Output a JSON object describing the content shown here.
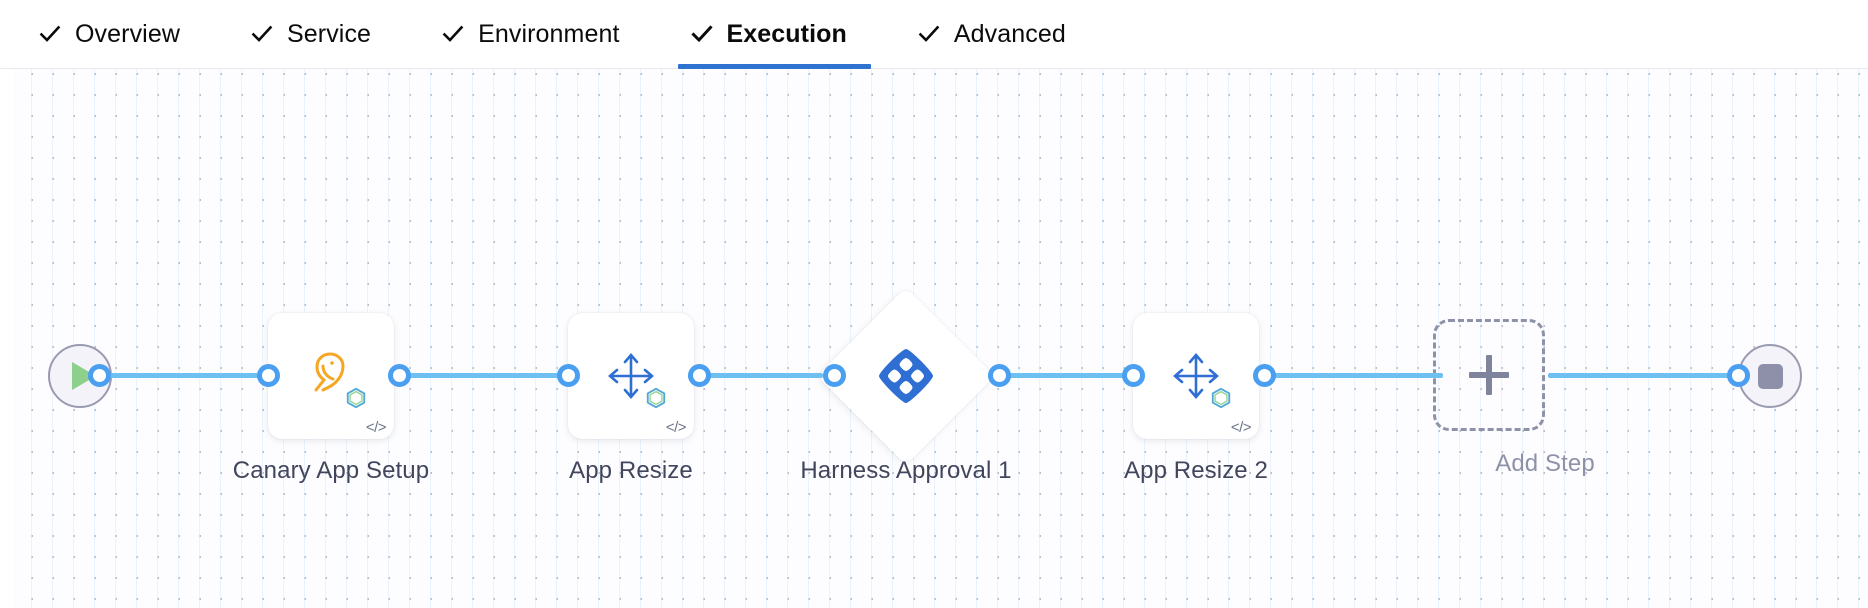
{
  "tabs": {
    "items": [
      {
        "label": "Overview",
        "icon": "check-icon",
        "active": false
      },
      {
        "label": "Service",
        "icon": "check-icon",
        "active": false
      },
      {
        "label": "Environment",
        "icon": "check-icon",
        "active": false
      },
      {
        "label": "Execution",
        "icon": "check-icon",
        "active": true
      },
      {
        "label": "Advanced",
        "icon": "check-icon",
        "active": false
      }
    ],
    "active_index": 3,
    "active_underline_color": "#2e73d0"
  },
  "canvas": {
    "background_color": "#fdfdff",
    "grid_dot_color": "#b9c0cc",
    "grid_line_color": "#dbeaf8",
    "connector_color": "#6ec0f0",
    "connector_dot_color": "#4a9ff0"
  },
  "pipeline": {
    "start_node": {
      "name": "start-node",
      "icon": "play-icon",
      "icon_color": "#8ed08b"
    },
    "end_node": {
      "name": "end-node",
      "icon": "stop-icon",
      "icon_color": "#8d90a8"
    },
    "steps": [
      {
        "id": "canary-app-setup",
        "label": "Canary App Setup",
        "icon": "canary-bird-icon",
        "icon_color": "#f5a623",
        "badge": "hexagon-badge",
        "code_badge": "</>",
        "type": "step"
      },
      {
        "id": "app-resize",
        "label": "App Resize",
        "icon": "resize-arrows-icon",
        "icon_color": "#2f6fd4",
        "badge": "hexagon-badge",
        "code_badge": "</>",
        "type": "step"
      },
      {
        "id": "harness-approval-1",
        "label": "Harness Approval 1",
        "icon": "harness-logo-icon",
        "icon_color": "#2f6fd4",
        "type": "approval"
      },
      {
        "id": "app-resize-2",
        "label": "App Resize 2",
        "icon": "resize-arrows-icon",
        "icon_color": "#2f6fd4",
        "badge": "hexagon-badge",
        "code_badge": "</>",
        "type": "step"
      }
    ],
    "add_step": {
      "label": "Add Step",
      "icon": "plus-icon",
      "border_color": "#8d92a8"
    }
  }
}
